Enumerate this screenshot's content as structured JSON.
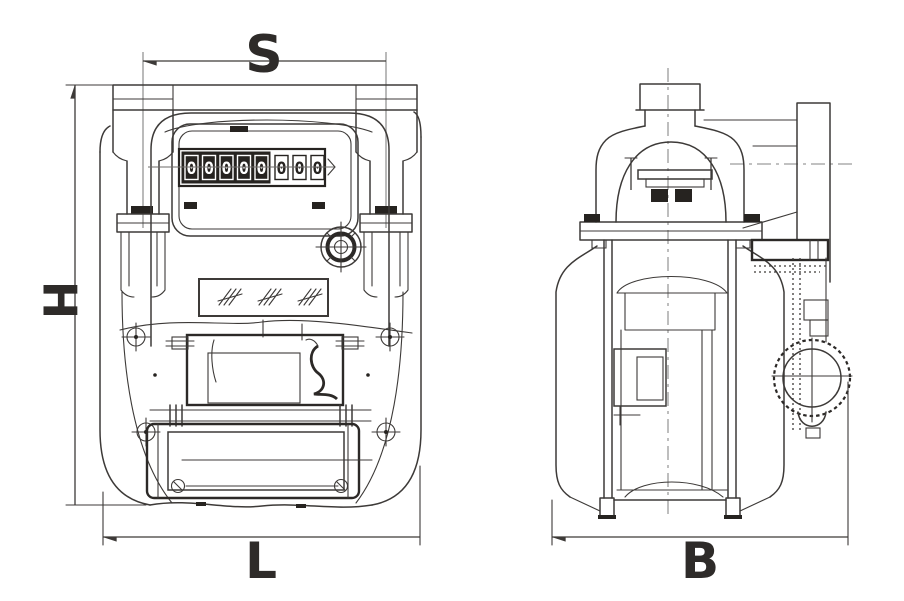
{
  "dimension_labels": {
    "pipe_spacing": "S",
    "height": "H",
    "width": "L",
    "depth": "B"
  },
  "counter": {
    "digits": [
      "0",
      "0",
      "0",
      "0",
      "0",
      "0",
      "0",
      "0"
    ]
  },
  "colors": {
    "line": "#3d3a38",
    "dark_fill": "#262320",
    "centerline": "#9c9c9c",
    "background": "#ffffff"
  },
  "icons": {
    "seal": "seal-screw-icon",
    "nameplate": "hatch-marks-icon",
    "corner_screw": "cross-screw-icon",
    "gear": "gear-wheel-icon"
  }
}
